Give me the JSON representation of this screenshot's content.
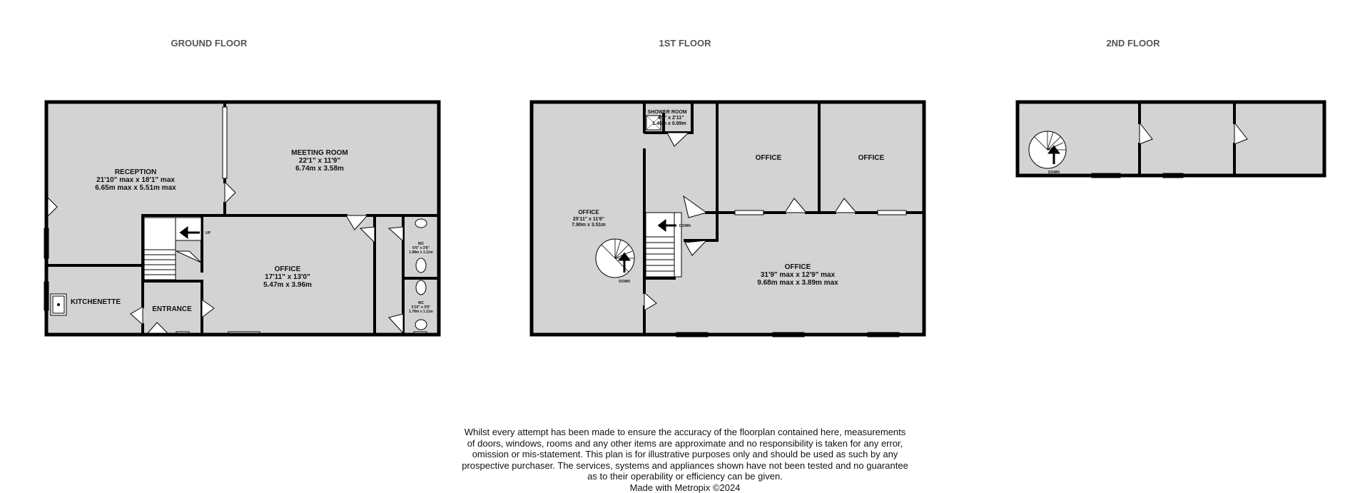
{
  "floors": {
    "ground": {
      "title": "GROUND FLOOR",
      "rooms": {
        "reception": {
          "name": "RECEPTION",
          "imperial": "21'10\" max x 18'1\" max",
          "metric": "6.65m max x 5.51m max"
        },
        "meeting": {
          "name": "MEETING ROOM",
          "imperial": "22'1\"  x 11'9\"",
          "metric": "6.74m  x 3.58m"
        },
        "office": {
          "name": "OFFICE",
          "imperial": "17'11\"  x 13'0\"",
          "metric": "5.47m  x 3.96m"
        },
        "kitchenette": {
          "name": "KITCHENETTE"
        },
        "entrance": {
          "name": "ENTRANCE"
        },
        "wc1": {
          "name": "WC",
          "imperial": "6'6\"  x 3'8\"",
          "metric": "1.98m  x 1.11m"
        },
        "wc2": {
          "name": "WC",
          "imperial": "5'10\"  x 3'8\"",
          "metric": "1.78m  x 1.11m"
        }
      },
      "stair_label": "UP"
    },
    "first": {
      "title": "1ST FLOOR",
      "rooms": {
        "office_left": {
          "name": "OFFICE",
          "imperial": "25'11\"  x 11'6\"",
          "metric": "7.90m  x 3.51m"
        },
        "shower": {
          "name": "SHOWER ROOM",
          "imperial": "4'9\"  x 2'11\"",
          "metric": "1.45m  x 0.89m"
        },
        "office_a": {
          "name": "OFFICE"
        },
        "office_b": {
          "name": "OFFICE"
        },
        "office_big": {
          "name": "OFFICE",
          "imperial": "31'9\"  max x 12'9\"  max",
          "metric": "9.68m max x 3.89m max"
        }
      },
      "spiral_label": "DOWN",
      "stair_label": "DOWN"
    },
    "second": {
      "title": "2ND FLOOR",
      "spiral_label": "DOWN"
    }
  },
  "disclaimer": {
    "lines": [
      "Whilst every attempt has been made to ensure the accuracy of the floorplan contained here, measurements",
      "of doors, windows, rooms and any other items are approximate and no responsibility is taken for any error,",
      "omission or mis-statement. This plan is for illustrative purposes only and should be used as such by any",
      "prospective purchaser. The services, systems and appliances shown have not been tested and no guarantee",
      "as to their operability or efficiency can be given."
    ],
    "credit": "Made with Metropix ©2024"
  }
}
